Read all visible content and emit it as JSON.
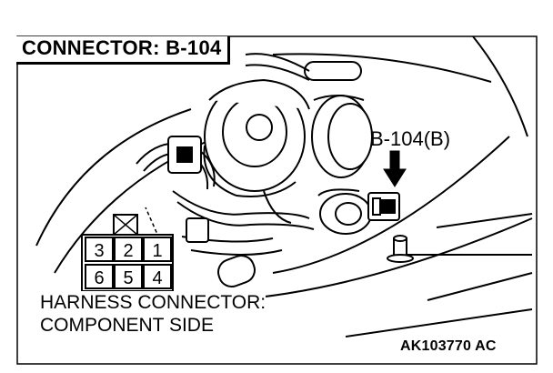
{
  "title": "CONNECTOR: B-104",
  "callout": "B-104(B)",
  "harness_label": {
    "line1": "HARNESS CONNECTOR:",
    "line2": "COMPONENT SIDE"
  },
  "figure_code": "AK103770 AC",
  "connector_pins": {
    "top_row": [
      "3",
      "2",
      "1"
    ],
    "bottom_row": [
      "6",
      "5",
      "4"
    ]
  }
}
